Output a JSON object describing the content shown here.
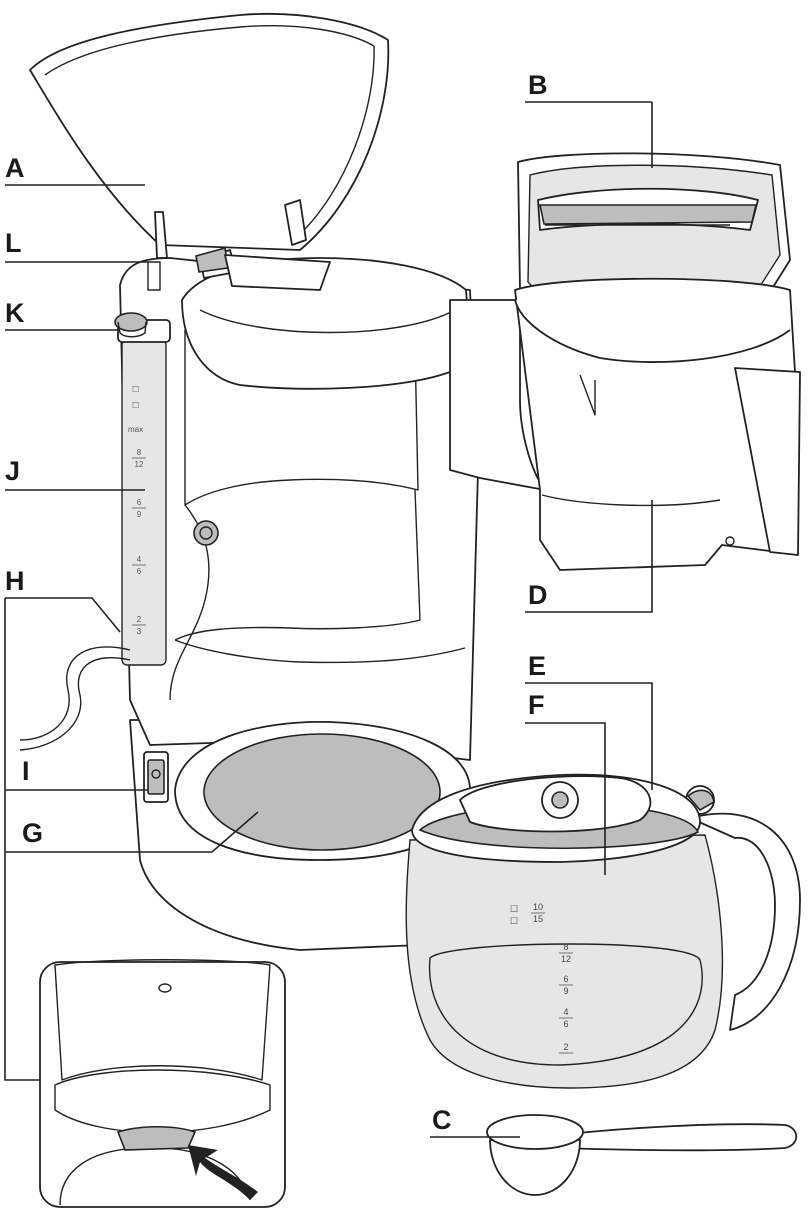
{
  "labels": {
    "A": "A",
    "B": "B",
    "C": "C",
    "D": "D",
    "E": "E",
    "F": "F",
    "G": "G",
    "H": "H",
    "I": "I",
    "J": "J",
    "K": "K",
    "L": "L"
  },
  "tank_scale": {
    "max": "max",
    "marks": [
      {
        "top": "8",
        "bottom": "12"
      },
      {
        "top": "6",
        "bottom": "9"
      },
      {
        "top": "4",
        "bottom": "6"
      },
      {
        "top": "2",
        "bottom": "3"
      }
    ]
  },
  "carafe_scale": {
    "marks": [
      {
        "top": "10",
        "bottom": "15"
      },
      {
        "top": "8",
        "bottom": "12"
      },
      {
        "top": "6",
        "bottom": "9"
      },
      {
        "top": "4",
        "bottom": "6"
      },
      {
        "top": "2",
        "bottom": ""
      }
    ]
  }
}
